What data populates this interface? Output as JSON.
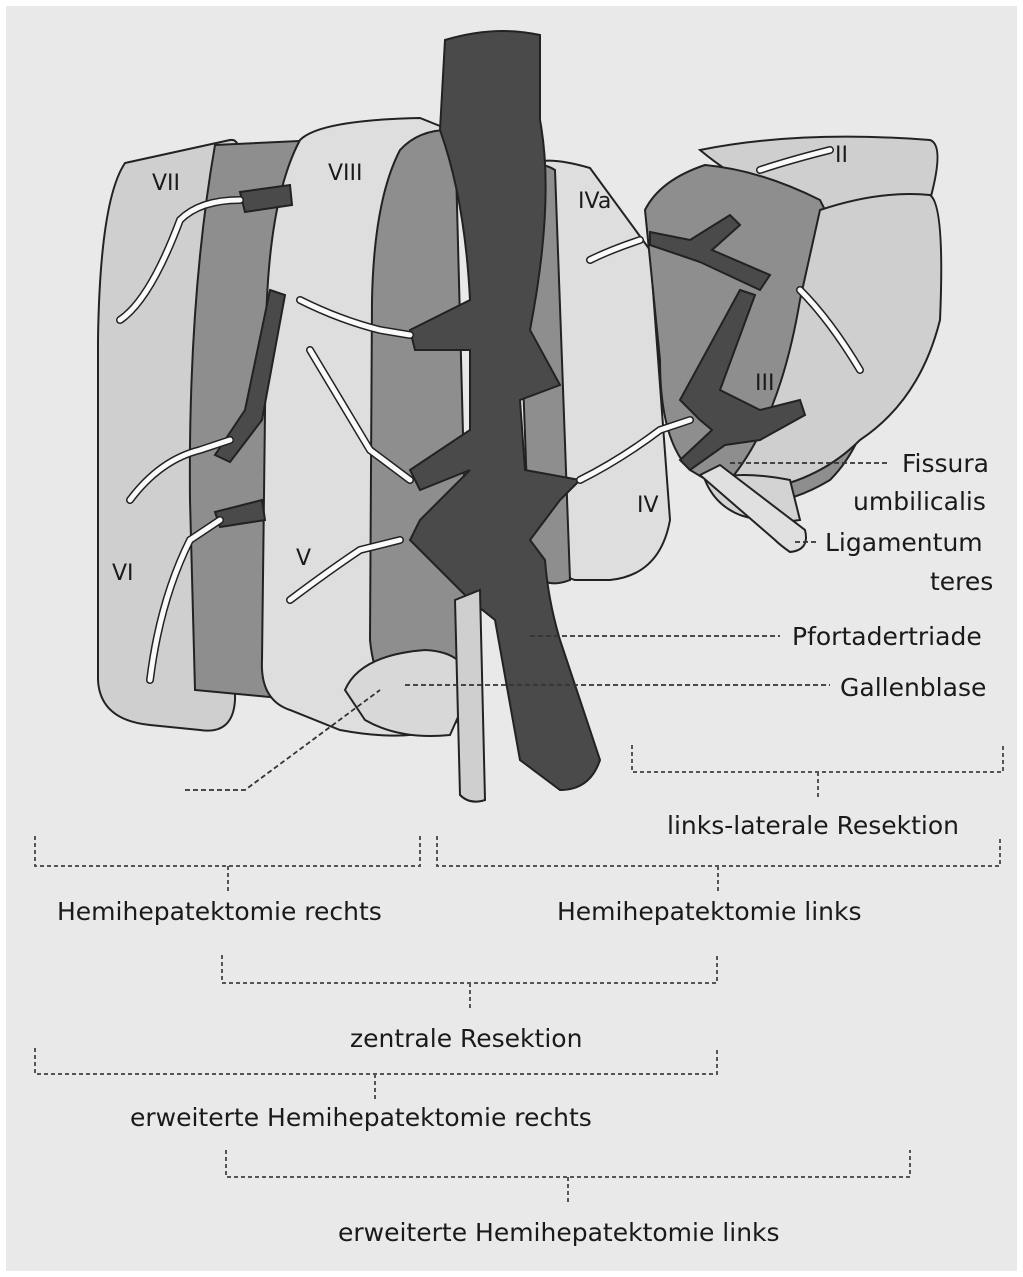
{
  "segments": {
    "s7": "VII",
    "s8": "VIII",
    "s4a": "IVa",
    "s2": "II",
    "s3": "III",
    "s4": "IV",
    "s5": "V",
    "s6": "VI"
  },
  "anatomy_labels": {
    "fissura_1": "Fissura",
    "fissura_2": "umbilicalis",
    "ligamentum_1": "Ligamentum",
    "ligamentum_2": "teres",
    "pfortader": "Pfortadertriade",
    "gallenblase": "Gallenblase"
  },
  "resections": {
    "links_lateral": "links-laterale Resektion",
    "hemi_rechts": "Hemihepatektomie rechts",
    "hemi_links": "Hemihepatektomie links",
    "zentral": "zentrale Resektion",
    "erw_rechts": "erweiterte Hemihepatektomie rechts",
    "erw_links": "erweiterte Hemihepatektomie links"
  },
  "colors": {
    "background": "#e9e9e9",
    "light_segment": "#cfcfcf",
    "lighter_segment": "#dedede",
    "medium_segment": "#8e8e8e",
    "dark_vessel": "#4a4a4a"
  }
}
